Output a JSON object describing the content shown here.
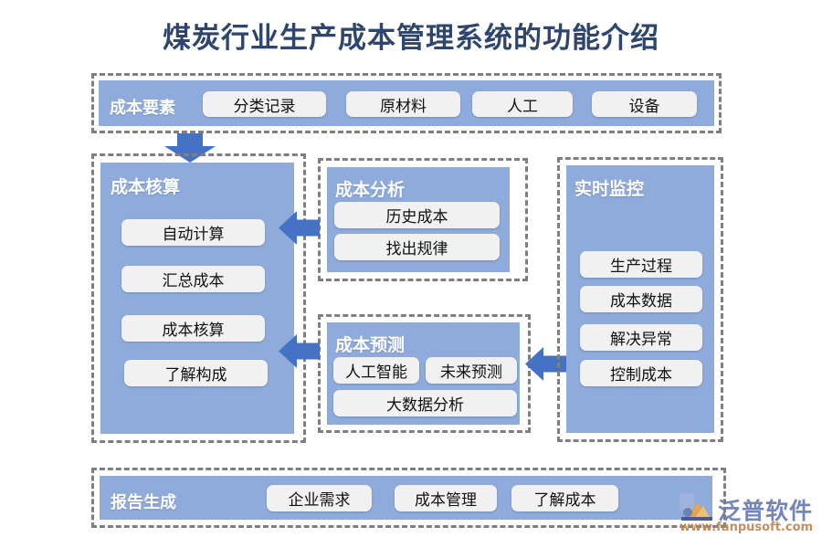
{
  "title": "煤炭行业生产成本管理系统的功能介绍",
  "colors": {
    "title": "#2e456e",
    "panel_blue": "#8fabdc",
    "chip_gray": "#f1f1f1",
    "dashed_border": "#7f7f7f",
    "arrow_blue": "#4472c4"
  },
  "sections": {
    "cost_elements": {
      "label": "成本要素",
      "items": [
        "分类记录",
        "原材料",
        "人工",
        "设备"
      ]
    },
    "cost_accounting": {
      "label": "成本核算",
      "items": [
        "自动计算",
        "汇总成本",
        "成本核算",
        "了解构成"
      ]
    },
    "cost_analysis": {
      "label": "成本分析",
      "items": [
        "历史成本",
        "找出规律"
      ]
    },
    "cost_forecast": {
      "label": "成本预测",
      "items": [
        "人工智能",
        "未来预测",
        "大数据分析"
      ]
    },
    "realtime_monitor": {
      "label": "实时监控",
      "items": [
        "生产过程",
        "成本数据",
        "解决异常",
        "控制成本"
      ]
    },
    "report_generation": {
      "label": "报告生成",
      "items": [
        "企业需求",
        "成本管理",
        "了解成本"
      ]
    }
  },
  "arrows": {
    "down_to_accounting": "down-arrow",
    "analysis_to_accounting": "left-arrow",
    "forecast_to_accounting": "left-arrow",
    "monitor_to_forecast": "left-arrow"
  },
  "watermark": {
    "brand": "泛普软件",
    "url": "www.fanpusoft.com"
  }
}
